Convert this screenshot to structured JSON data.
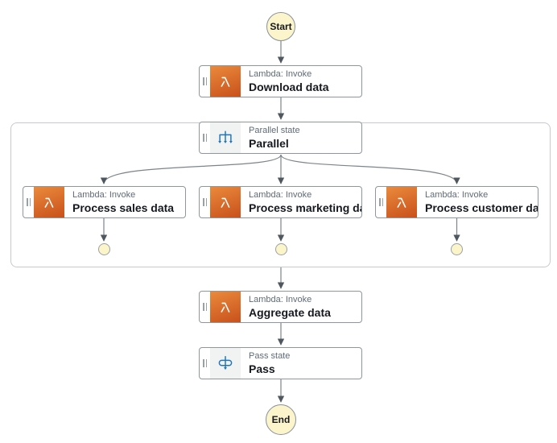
{
  "diagram": {
    "start": {
      "label": "Start"
    },
    "end": {
      "label": "End"
    },
    "states": {
      "download": {
        "type_label": "Lambda: Invoke",
        "name": "Download data"
      },
      "parallel": {
        "type_label": "Parallel state",
        "name": "Parallel"
      },
      "branches": [
        {
          "type_label": "Lambda: Invoke",
          "name": "Process sales data"
        },
        {
          "type_label": "Lambda: Invoke",
          "name": "Process marketing data"
        },
        {
          "type_label": "Lambda: Invoke",
          "name": "Process customer data"
        }
      ],
      "aggregate": {
        "type_label": "Lambda: Invoke",
        "name": "Aggregate data"
      },
      "pass": {
        "type_label": "Pass state",
        "name": "Pass"
      }
    },
    "icons": {
      "lambda": "lambda-icon",
      "parallel": "parallel-fork-icon",
      "pass": "pass-state-icon",
      "drag_handle": "drag-handle-icon"
    },
    "colors": {
      "lambda_gradient_start": "#EA8A3C",
      "lambda_gradient_end": "#C8511B",
      "flow_icon_blue": "#2074B8",
      "terminal_fill": "#FCF5CB",
      "terminal_border": "#87919A",
      "connector_line": "#7C848C",
      "arrowhead": "#4F585F",
      "state_border": "#8E979E",
      "container_border": "#C4CAD0",
      "type_label_text": "#5F6B7A",
      "name_text": "#16191F"
    }
  }
}
